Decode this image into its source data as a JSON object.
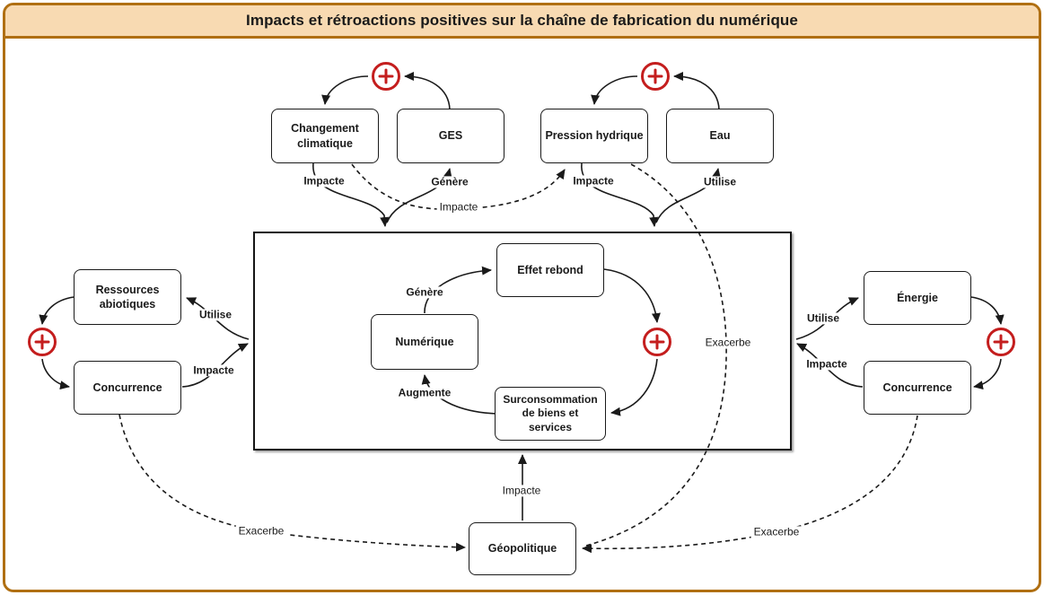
{
  "title": "Impacts et rétroactions positives sur la chaîne de fabrication du numérique",
  "colors": {
    "frame_border": "#B06F12",
    "title_background": "#F8DAB2",
    "feedback_red": "#C41E1E",
    "line_black": "#1A1A1A"
  },
  "icons": {
    "positive_feedback": "plus-circle-icon"
  },
  "nodes": {
    "changement_climatique": {
      "label": "Changement climatique"
    },
    "ges": {
      "label": "GES"
    },
    "pression_hydrique": {
      "label": "Pression hydrique"
    },
    "eau": {
      "label": "Eau"
    },
    "ressources_abiotiques": {
      "label": "Ressources abiotiques"
    },
    "concurrence_gauche": {
      "label": "Concurrence"
    },
    "energie": {
      "label": "Énergie"
    },
    "concurrence_droite": {
      "label": "Concurrence"
    },
    "effet_rebond": {
      "label": "Effet rebond"
    },
    "numerique": {
      "label": "Numérique"
    },
    "surconsommation": {
      "label": "Surconsommation de biens et services"
    },
    "geopolitique": {
      "label": "Géopolitique"
    }
  },
  "edge_labels": {
    "impacte_cc": "Impacte",
    "genere_ges": "Génère",
    "impacte_ph": "Impacte",
    "utilise_eau": "Utilise",
    "impacte_cc_vers_ph": "Impacte",
    "utilise_ressources": "Utilise",
    "impacte_concurrence_gauche": "Impacte",
    "utilise_energie": "Utilise",
    "impacte_concurrence_droite": "Impacte",
    "genere_effet_rebond": "Génère",
    "augmente_numerique": "Augmente",
    "exacerbe_interieur": "Exacerbe",
    "impacte_geopolitique": "Impacte",
    "exacerbe_gauche": "Exacerbe",
    "exacerbe_droite": "Exacerbe"
  }
}
